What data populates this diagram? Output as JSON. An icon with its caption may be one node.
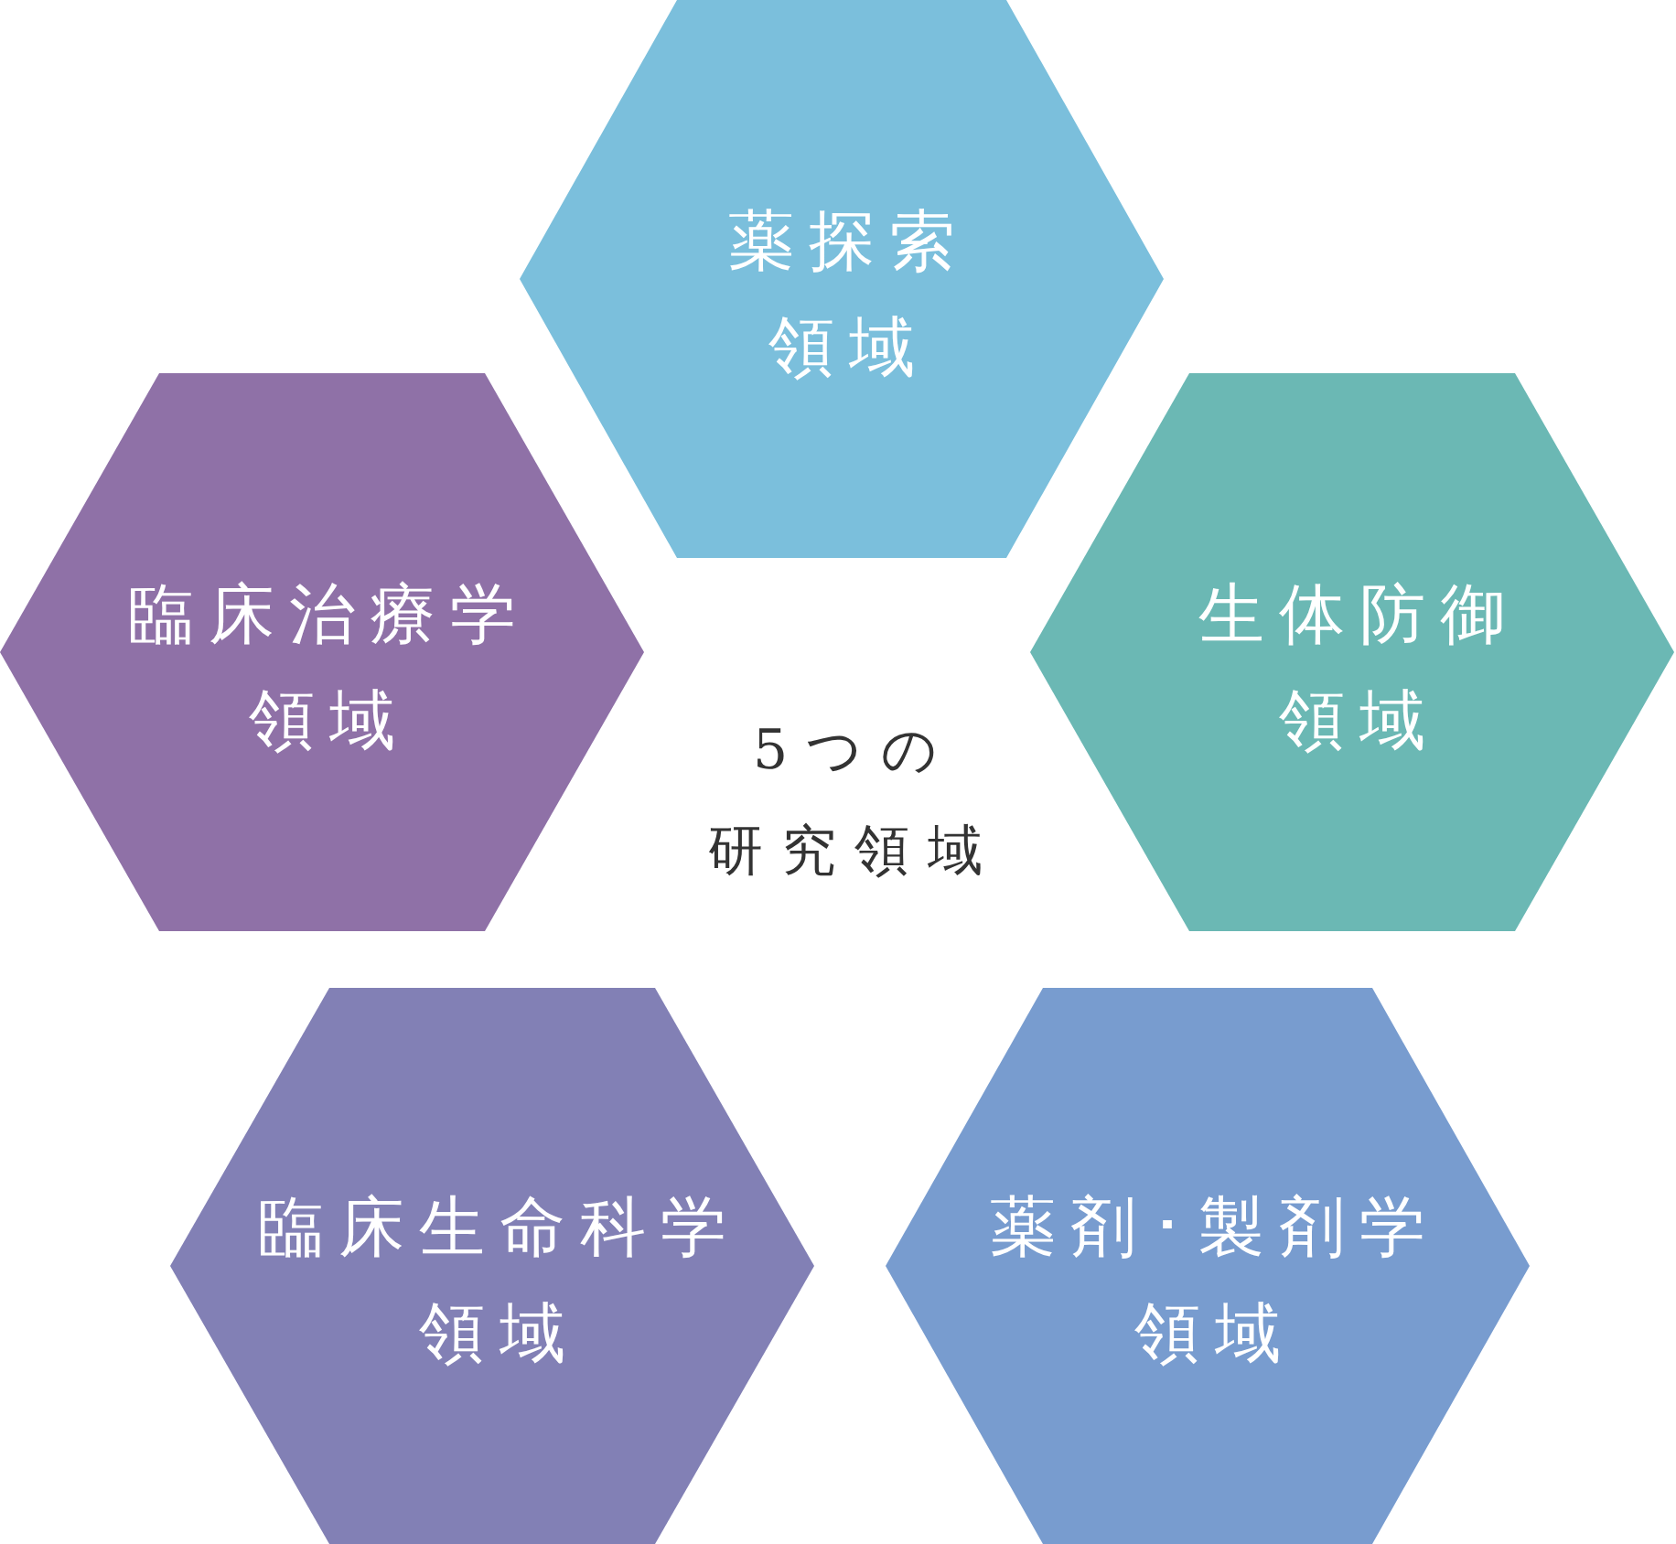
{
  "diagram": {
    "nodes": [
      {
        "text": [
          "薬探索領域"
        ]
      },
      {
        "text": [
          "臨床治療学領域"
        ]
      },
      {
        "text": [
          "生体防御領域"
        ]
      },
      {
        "text": [
          "臨床生命科学領域"
        ]
      },
      {
        "text": [
          "薬剤･製剤学領域"
        ]
      }
    ],
    "labels": [
      "5つの研究領域"
    ]
  }
}
